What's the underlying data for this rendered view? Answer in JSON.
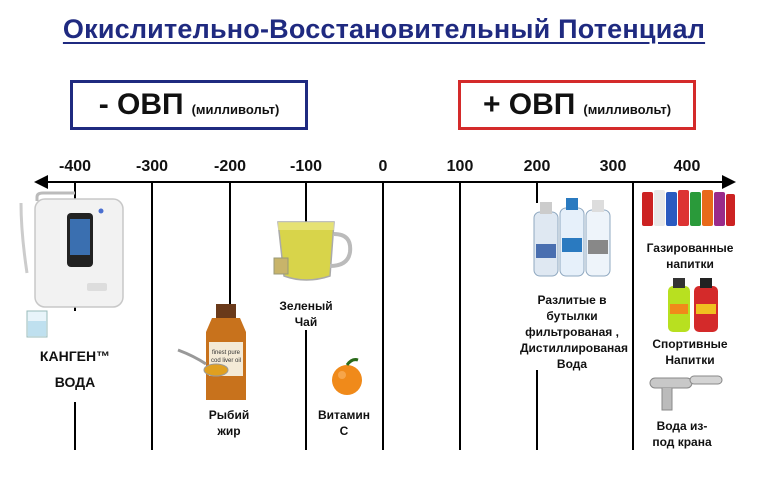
{
  "title": "Окислительно-Восстановительный Потенциал",
  "neg_box": {
    "sign_label": "- ОВП",
    "unit": "(милливольт)",
    "color": "#1f2a80"
  },
  "pos_box": {
    "sign_label": "+ ОВП",
    "unit": "(милливольт)",
    "color": "#d42a2a"
  },
  "axis": {
    "ticks": [
      "-400",
      "-300",
      "-200",
      "-100",
      "0",
      "100",
      "200",
      "300",
      "400"
    ]
  },
  "items": {
    "kangen_line1": "КАНГЕН™",
    "kangen_line2": "ВОДА",
    "fish_oil": "Рыбий жир",
    "green_tea": "Зеленый Чай",
    "vitamin_c": "Витамин С",
    "bottled_water": "Разлитые в бутылки фильтрованая , Дистиллированая Вода",
    "soda": "Газированные напитки",
    "sports_drinks": "Спортивные Напитки",
    "tap_water": "Вода из-под крана"
  },
  "fish_oil_label_text": "finest pure cod liver oil"
}
